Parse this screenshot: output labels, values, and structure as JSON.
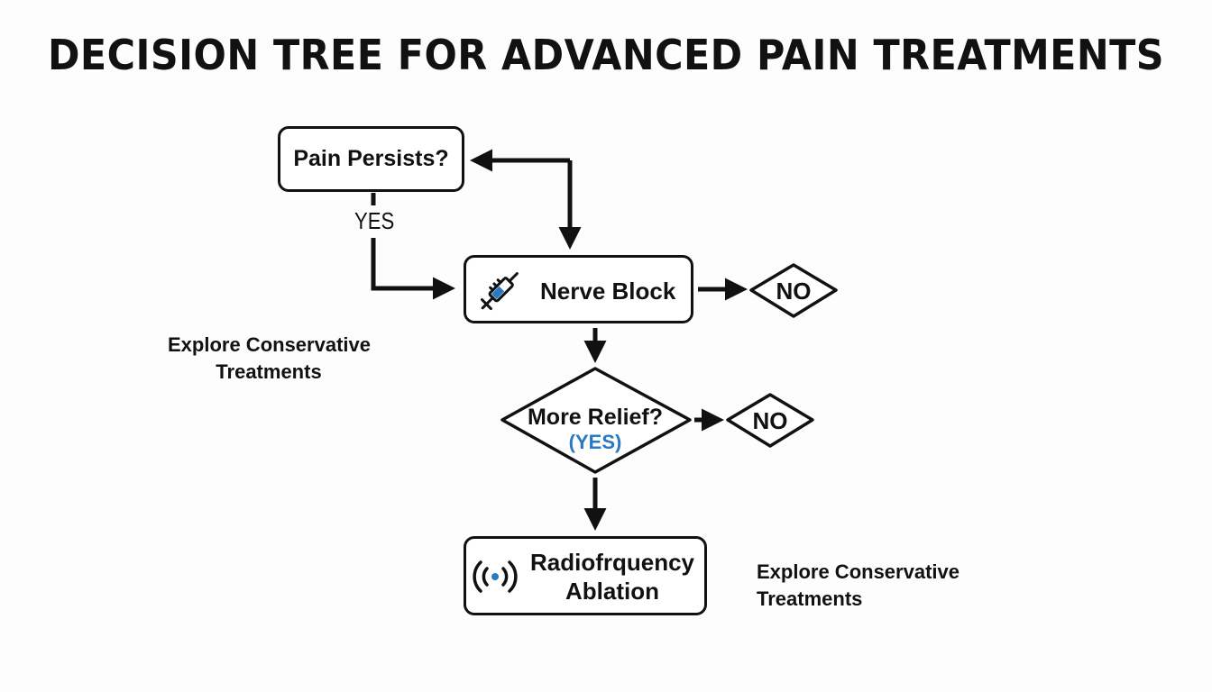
{
  "title": "DECISION TREE FOR ADVANCED PAIN TREATMENTS",
  "nodes": {
    "pain_persists": "Pain Persists?",
    "nerve_block": "Nerve Block",
    "more_relief": "More Relief?",
    "more_relief_sub": "(YES)",
    "rfa_line1": "Radiofrquency",
    "rfa_line2": "Ablation",
    "no_1": "NO",
    "no_2": "NO"
  },
  "edges": {
    "yes_label": "YES"
  },
  "notes": {
    "left_line1": "Explore Conservative",
    "left_line2": "Treatments",
    "right_line1": "Explore Conservative",
    "right_line2": "Treatments"
  },
  "icons": {
    "nerve_block": "syringe-icon",
    "rfa": "radio-waves-icon"
  },
  "colors": {
    "accent": "#2b79c2",
    "line": "#111111"
  }
}
